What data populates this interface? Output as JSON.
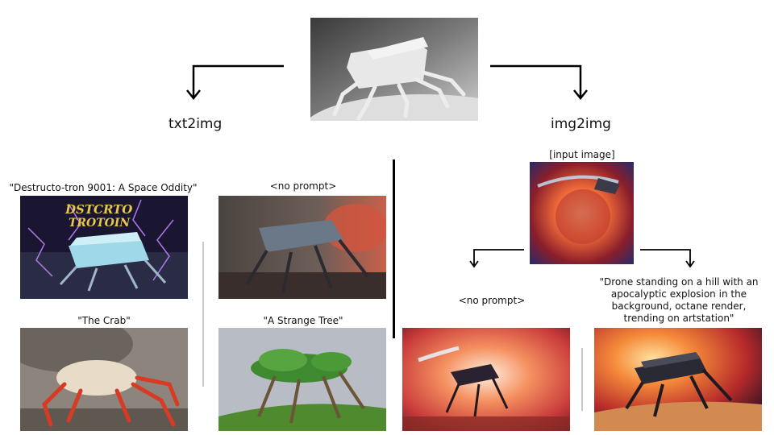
{
  "branches": {
    "left_title": "txt2img",
    "right_title": "img2img"
  },
  "txt2img": {
    "captions": [
      "\"Destructo-tron 9001: A Space Oddity\"",
      "<no prompt>",
      "\"The Crab\"",
      "\"A Strange Tree\""
    ],
    "poster_text": [
      "DSTCRTO",
      "TROTOIN"
    ]
  },
  "img2img": {
    "input_caption": "[input image]",
    "captions": [
      "<no prompt>",
      "\"Drone standing on a hill with an apocalyptic explosion in the background, octane render, trending on artstation\""
    ]
  },
  "colors": {
    "arrow": "#000000",
    "divider": "#000000",
    "thin_divider": "#c8c8c8"
  }
}
